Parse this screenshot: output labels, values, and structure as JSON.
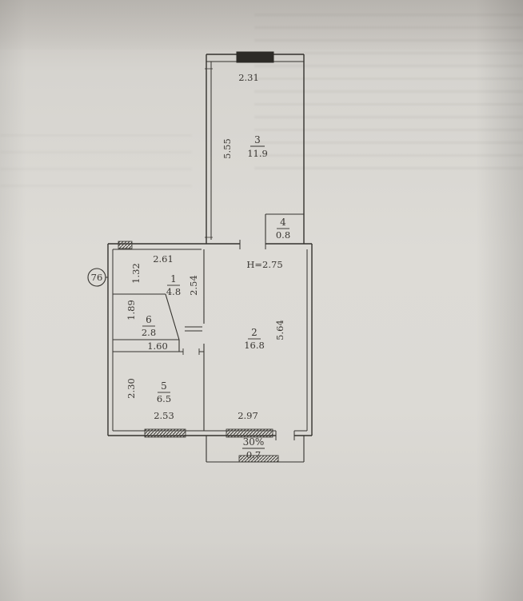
{
  "plan": {
    "unit_number": "76",
    "ceiling_height": "H=2.75",
    "rooms": {
      "room1": {
        "number": "1",
        "area": "4.8"
      },
      "room2": {
        "number": "2",
        "area": "16.8"
      },
      "room3": {
        "number": "3",
        "area": "11.9"
      },
      "room4": {
        "number": "4",
        "area": "0.8"
      },
      "room5": {
        "number": "5",
        "area": "6.5"
      },
      "room6": {
        "number": "6",
        "area": "2.8"
      },
      "balcony": {
        "number": "30%",
        "area": "0.7"
      }
    },
    "dims": {
      "room3_top": "2.31",
      "room3_left": "5.55",
      "room1_top": "2.61",
      "room1_left": "1.32",
      "corridor_right": "2.54",
      "room6_left": "1.89",
      "room6_bottom": "1.60",
      "room2_right": "5.64",
      "room5_left": "2.30",
      "room5_bottom": "2.53",
      "room2_bottom": "2.97"
    }
  }
}
